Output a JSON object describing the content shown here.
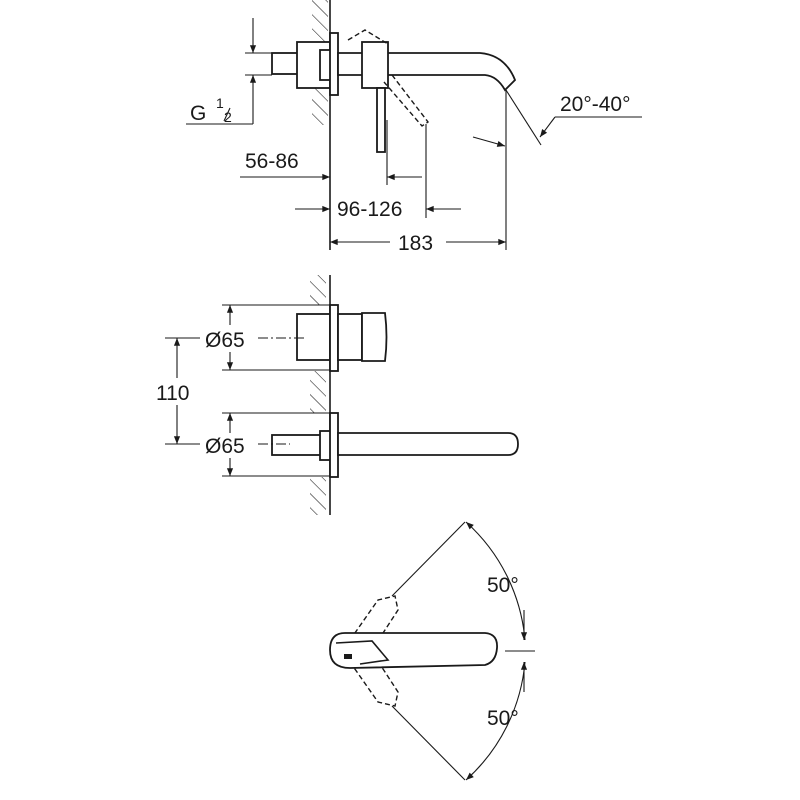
{
  "side_view": {
    "thread_label_main": "G",
    "thread_label_num": "1",
    "thread_label_den": "2",
    "angle_label": "20°-40°",
    "dim_wall_depth": "56-86",
    "dim_lever_reach": "96-126",
    "dim_spout_projection": "183"
  },
  "front_view": {
    "dim_diameter_top": "Ø65",
    "dim_diameter_bottom": "Ø65",
    "dim_center_distance": "110"
  },
  "top_view": {
    "angle_up": "50°",
    "angle_down": "50°"
  }
}
